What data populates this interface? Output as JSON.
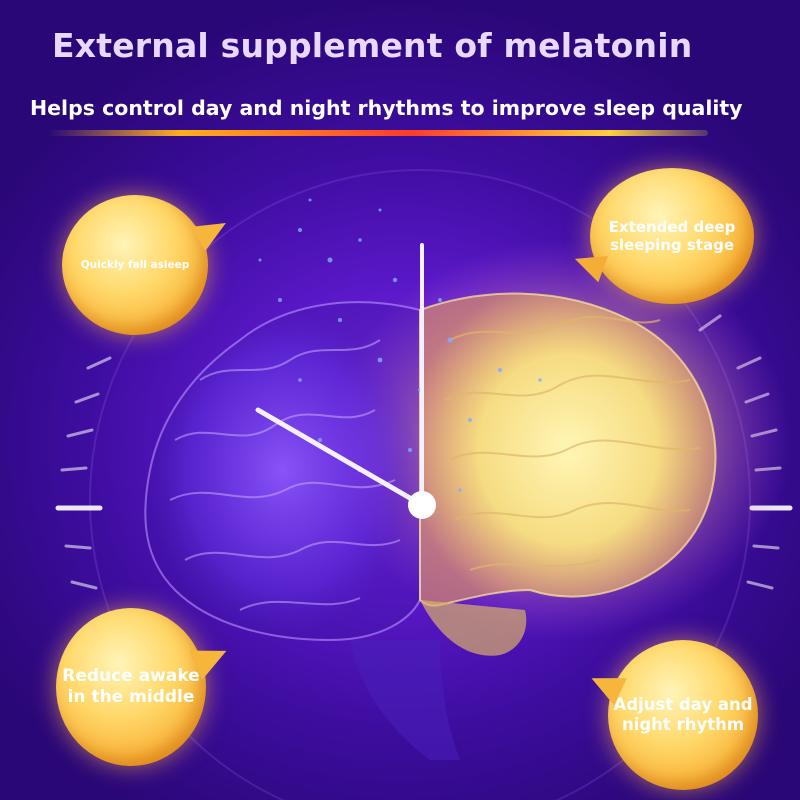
{
  "header": {
    "title": "External supplement of melatonin",
    "subtitle": "Helps control day and night rhythms to improve sleep quality"
  },
  "bubbles": [
    {
      "label": "Quickly fall asleep"
    },
    {
      "label": "Extended deep sleeping stage"
    },
    {
      "label": "Reduce awake in the middle"
    },
    {
      "label": "Adjust day and night rhythm"
    }
  ],
  "colors": {
    "background": "#5a18c8",
    "bubble": "#f7a92a",
    "title": "#e9d8ff",
    "brain_glow": "#ffe27a",
    "underline_accent": "#ff3b2a"
  },
  "icons": [
    "brain-illustration",
    "clock-hands",
    "clock-tick-marks"
  ]
}
